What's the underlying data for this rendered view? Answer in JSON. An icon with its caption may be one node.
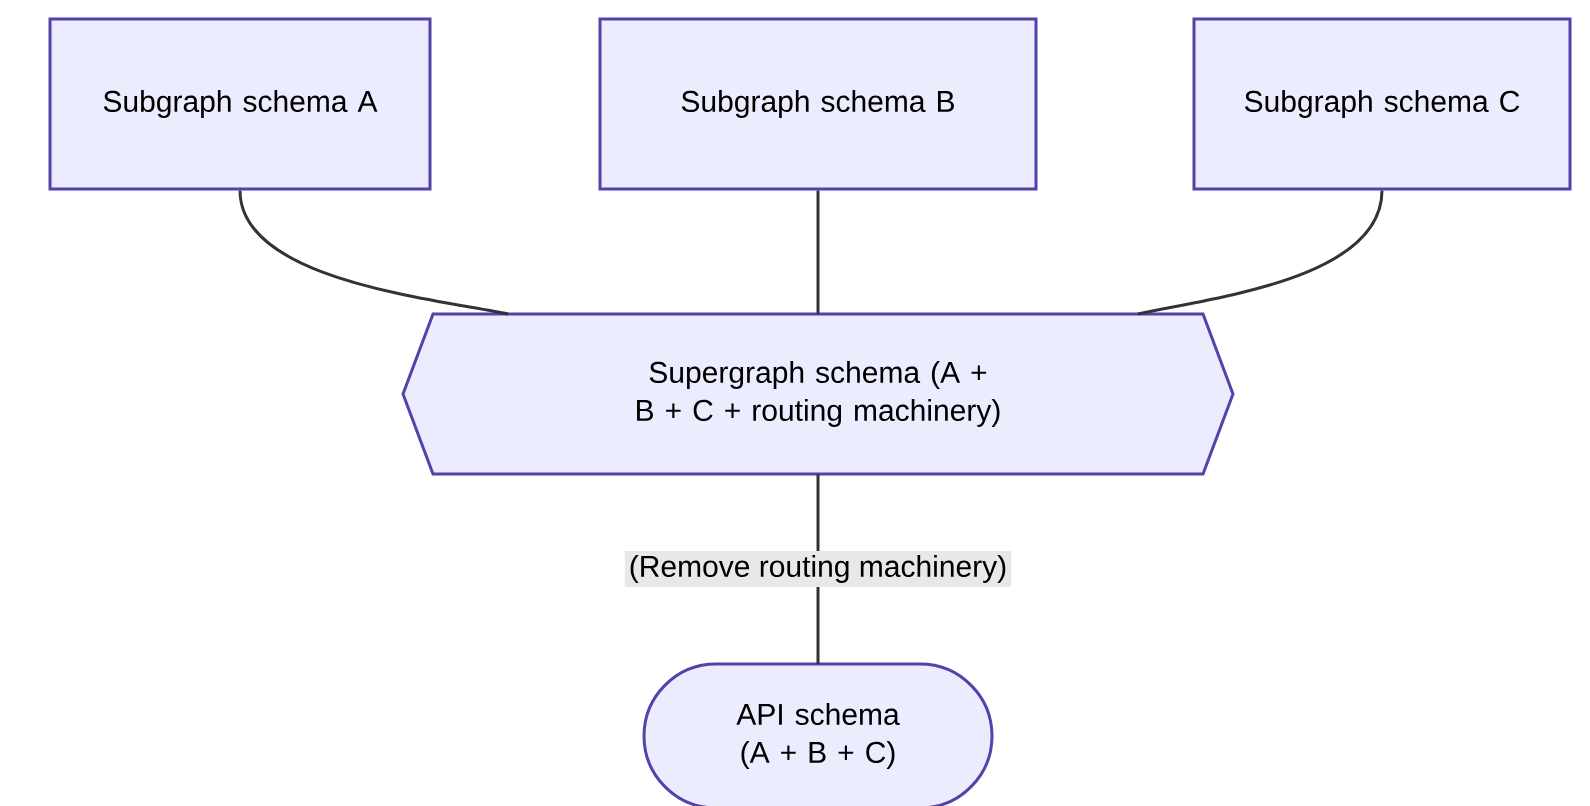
{
  "diagram": {
    "nodes": [
      {
        "text": [
          "Subgraph schema A"
        ]
      },
      {
        "text": [
          "Subgraph schema B"
        ]
      },
      {
        "text": [
          "Subgraph schema C"
        ]
      },
      {
        "text": [
          "Supergraph schema (A + B + C + routing machinery)"
        ]
      },
      {
        "text": [
          "API schema (A + B + C)"
        ]
      }
    ],
    "edges": [
      {
        "from": 0,
        "to": 3,
        "arrow": "none"
      },
      {
        "from": 1,
        "to": 3,
        "arrow": "none"
      },
      {
        "from": 2,
        "to": 3,
        "arrow": "none"
      },
      {
        "from": 3,
        "to": 4,
        "arrow": "none",
        "label": "(Remove routing machinery)"
      }
    ]
  }
}
